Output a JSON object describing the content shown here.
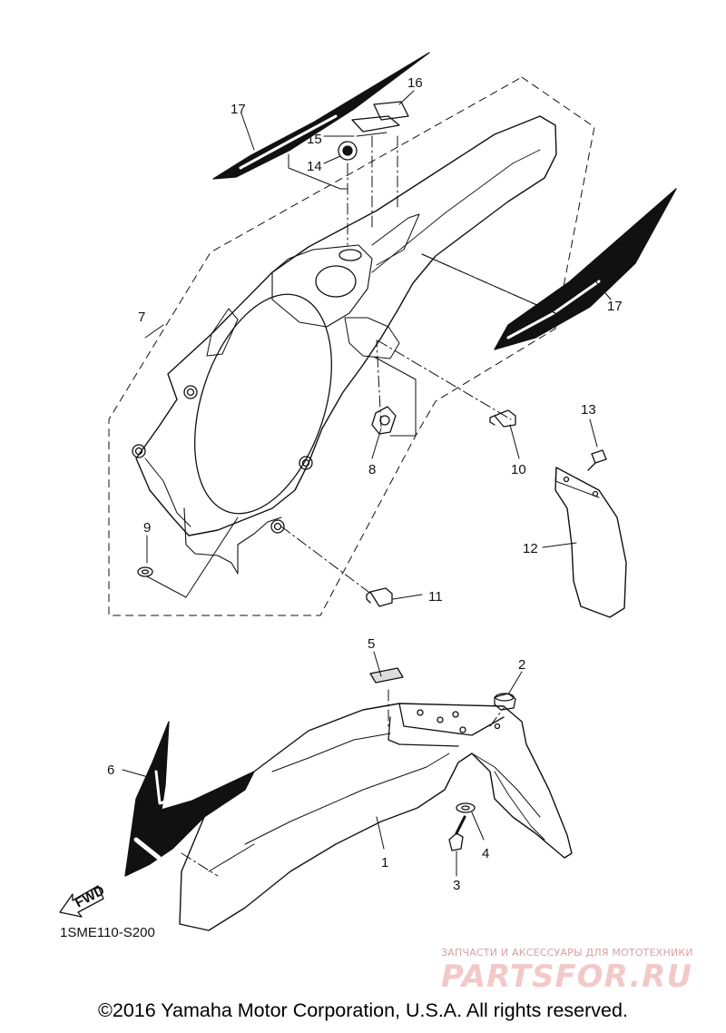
{
  "diagram": {
    "reference_code": "1SME110-S200",
    "fwd_label": "FWD",
    "callouts": [
      "1",
      "2",
      "3",
      "4",
      "5",
      "6",
      "7",
      "8",
      "9",
      "10",
      "11",
      "12",
      "13",
      "14",
      "15",
      "16",
      "17",
      "17"
    ]
  },
  "footer": {
    "copyright": "©2016 Yamaha Motor Corporation, U.S.A. All rights reserved."
  },
  "watermark": {
    "tagline": "ЗАПЧАСТИ И АКСЕССУАРЫ ДЛЯ МОТОТЕХНИКИ",
    "logo": "PARTSFOR.RU"
  },
  "colors": {
    "line": "#111111",
    "watermark": "#f2c9c9"
  }
}
